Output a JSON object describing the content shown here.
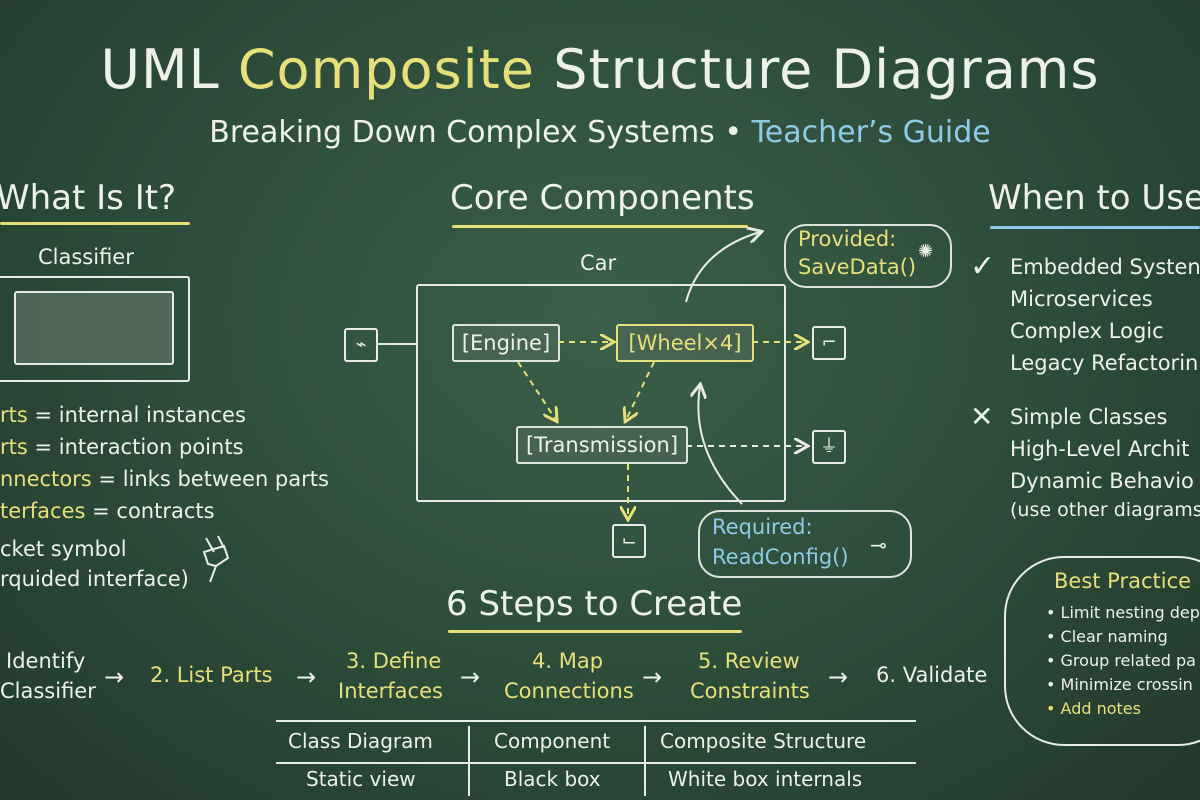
{
  "header": {
    "title_pre": "UML ",
    "title_accent": "Composite",
    "title_post": " Structure Diagrams",
    "subtitle_main": "Breaking Down Complex Systems •",
    "subtitle_accent": "Teacher’s Guide"
  },
  "what_is_it": {
    "heading": "What Is It?",
    "classifier_label": "Classifier",
    "items": [
      {
        "term": "rts",
        "rest": " = internal instances"
      },
      {
        "term": "rts",
        "rest": " = interaction points"
      },
      {
        "term": "nnectors",
        "rest": " = links between parts"
      },
      {
        "term": "terfaces",
        "rest": " = contracts"
      }
    ],
    "socket_line1": "cket symbol",
    "socket_line2": "rquided interface)"
  },
  "core_components": {
    "heading": "Core Components",
    "car_label": "Car",
    "engine": "[Engine]",
    "wheel": "[Wheel×4]",
    "transmission": "[Transmission]",
    "provided_label": "Provided:",
    "provided_method": "SaveData()",
    "required_label": "Required:",
    "required_method": "ReadConfig()"
  },
  "when_to_use": {
    "heading": "When to Use",
    "check": "✓",
    "use_items": [
      "Embedded Systen",
      "Microservices",
      "Complex Logic",
      "Legacy Refactorin"
    ],
    "cross": "✕",
    "avoid_items": [
      "Simple Classes",
      "High-Level Archit",
      "Dynamic Behavio",
      "(use other diagrams"
    ]
  },
  "best_practices": {
    "heading": "Best Practice",
    "items": [
      "• Limit nesting dep",
      "• Clear naming",
      "• Group related pa",
      "• Minimize crossin"
    ],
    "last_item": "• Add notes"
  },
  "steps": {
    "heading": "6 Steps to Create",
    "step1_line1": "Identify",
    "step1_line2": "Classifier",
    "step2": "2. List Parts",
    "step3_line1": "3. Define",
    "step3_line2": "Interfaces",
    "step4_line1": "4. Map",
    "step4_line2": "Connections",
    "step5_line1": "5. Review",
    "step5_line2": "Constraints",
    "step6": "6. Validate"
  },
  "comparison": {
    "headers": [
      "Class Diagram",
      "Component",
      "Composite Structure"
    ],
    "row": [
      "Static view",
      "Black box",
      "White box internals"
    ]
  }
}
